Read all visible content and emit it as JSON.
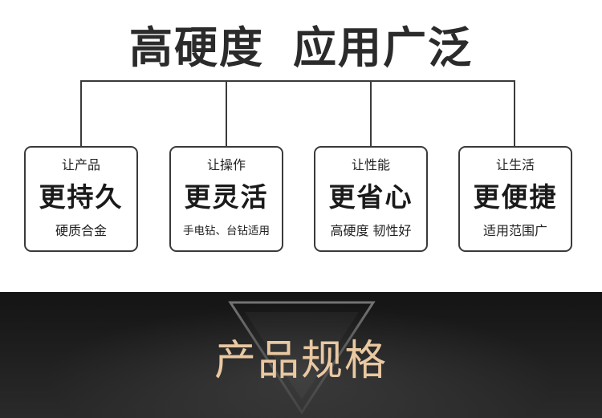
{
  "header": {
    "title_part1": "高硬度",
    "title_part2": "应用广泛"
  },
  "cards": [
    {
      "small": "让产品",
      "big": "更持久",
      "desc": "硬质合金"
    },
    {
      "small": "让操作",
      "big": "更灵活",
      "desc": "手电钻、台钻适用"
    },
    {
      "small": "让性能",
      "big": "更省心",
      "desc": "高硬度 韧性好"
    },
    {
      "small": "让生活",
      "big": "更便捷",
      "desc": "适用范围广"
    }
  ],
  "section": {
    "title": "产品规格"
  },
  "colors": {
    "title_text": "#2b2b2b",
    "border": "#3a3a3a",
    "section_title": "#e9c8a2",
    "dark_background": "#1b1b1b"
  }
}
